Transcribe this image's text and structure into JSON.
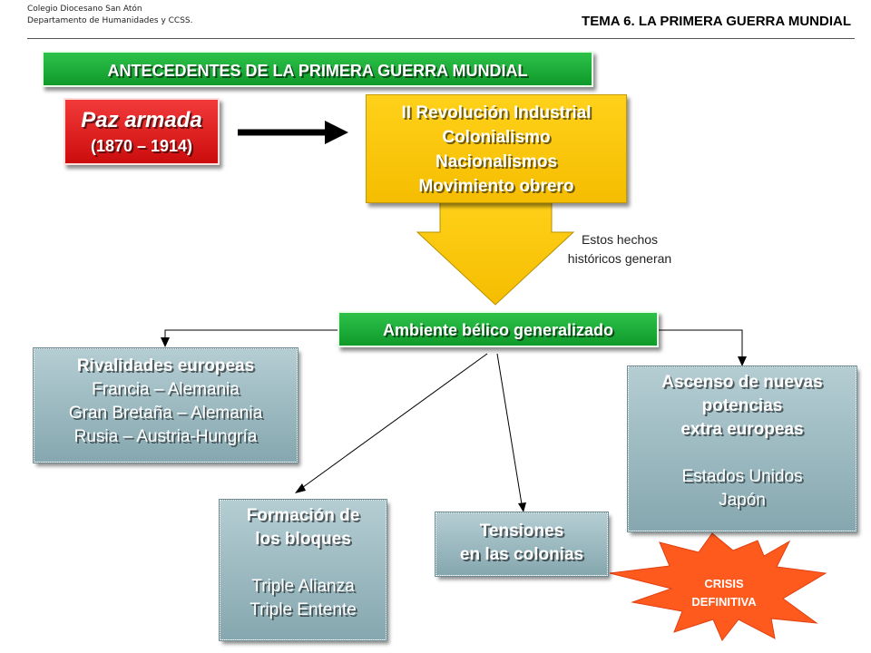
{
  "header": {
    "school": "Colegio Diocesano San Atón",
    "department": "Departamento de Humanidades y CCSS.",
    "topic": "TEMA 6. LA PRIMERA GUERRA MUNDIAL"
  },
  "title": "ANTECEDENTES DE LA PRIMERA GUERRA MUNDIAL",
  "paz": {
    "title": "Paz armada",
    "dates": "(1870 – 1914)"
  },
  "causes": [
    "II Revolución Industrial",
    "Colonialismo",
    "Nacionalismos",
    "Movimiento obrero"
  ],
  "note": [
    "Estos hechos",
    "históricos generan"
  ],
  "ambiente": "Ambiente bélico generalizado",
  "rivalidades": {
    "title": "Rivalidades europeas",
    "items": [
      "Francia – Alemania",
      "Gran Bretaña – Alemania",
      "Rusia – Austria-Hungría"
    ]
  },
  "ascenso": {
    "title": [
      "Ascenso de nuevas",
      "potencias",
      "extra europeas"
    ],
    "items": [
      "Estados Unidos",
      "Japón"
    ]
  },
  "formacion": {
    "title": [
      "Formación de",
      "los bloques"
    ],
    "items": [
      "Triple Alianza",
      "Triple Entente"
    ]
  },
  "tensiones": [
    "Tensiones",
    "en las colonias"
  ],
  "crisis": [
    "CRISIS",
    "DEFINITIVA"
  ],
  "colors": {
    "green": "#14a332",
    "red": "#e51616",
    "yellow": "#ffc700",
    "teal": "#9fbcc3",
    "crisis": "#ff5a1e"
  }
}
